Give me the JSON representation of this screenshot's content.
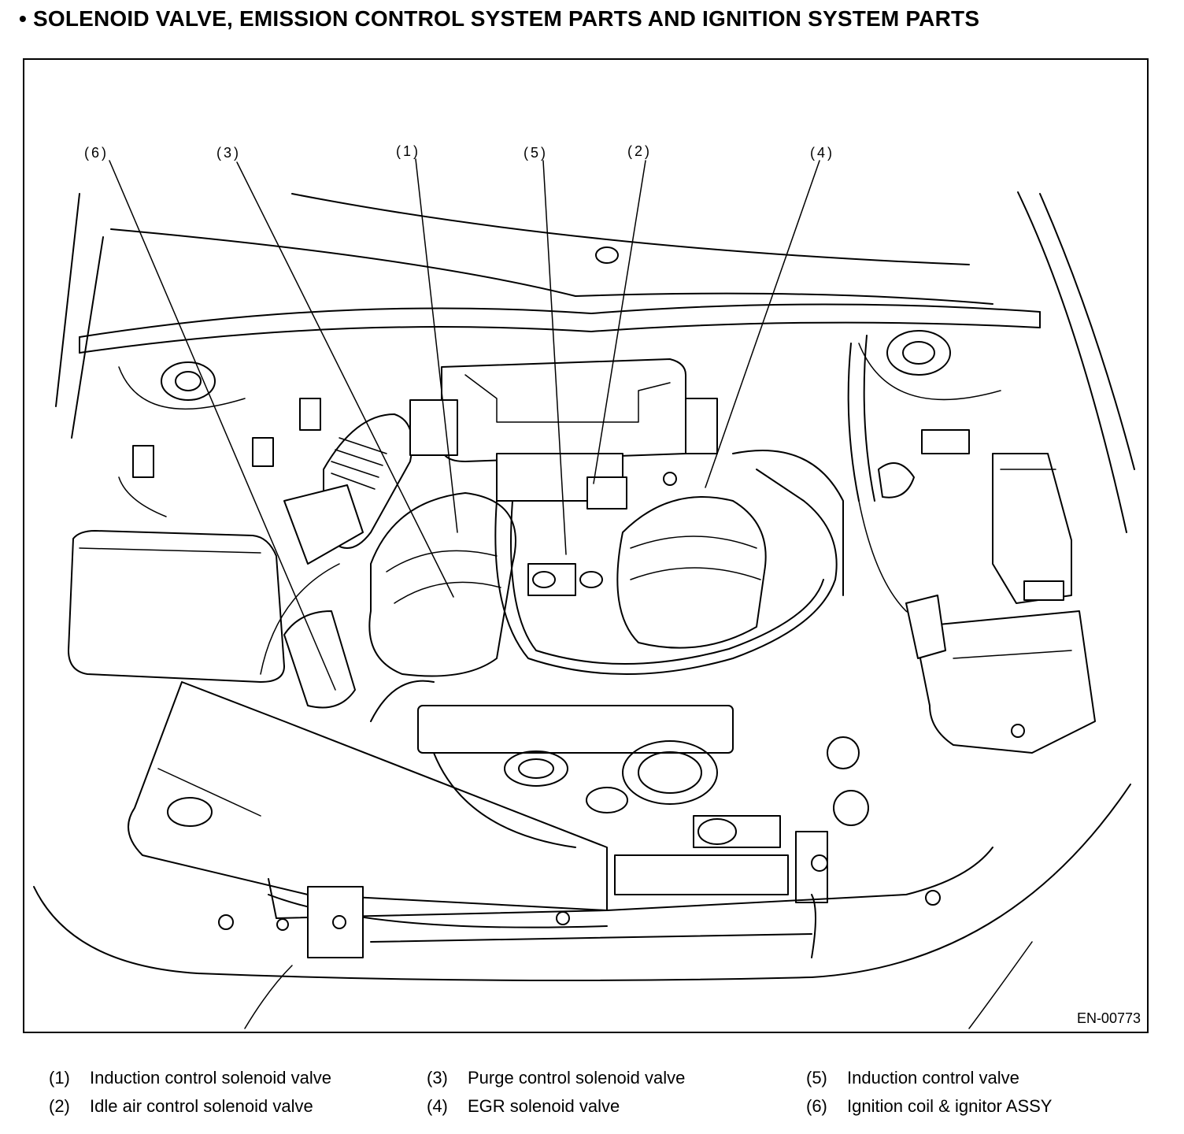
{
  "title": "• SOLENOID VALVE, EMISSION CONTROL SYSTEM PARTS AND IGNITION SYSTEM PARTS",
  "figure_id": "EN-00773",
  "callouts": {
    "c1": "(1)",
    "c2": "(2)",
    "c3": "(3)",
    "c4": "(4)",
    "c5": "(5)",
    "c6": "(6)"
  },
  "legend": [
    {
      "num": "(1)",
      "label": "Induction control solenoid valve"
    },
    {
      "num": "(2)",
      "label": "Idle air control solenoid valve"
    },
    {
      "num": "(3)",
      "label": "Purge control solenoid valve"
    },
    {
      "num": "(4)",
      "label": "EGR solenoid valve"
    },
    {
      "num": "(5)",
      "label": "Induction control valve"
    },
    {
      "num": "(6)",
      "label": "Ignition coil & ignitor ASSY"
    }
  ]
}
